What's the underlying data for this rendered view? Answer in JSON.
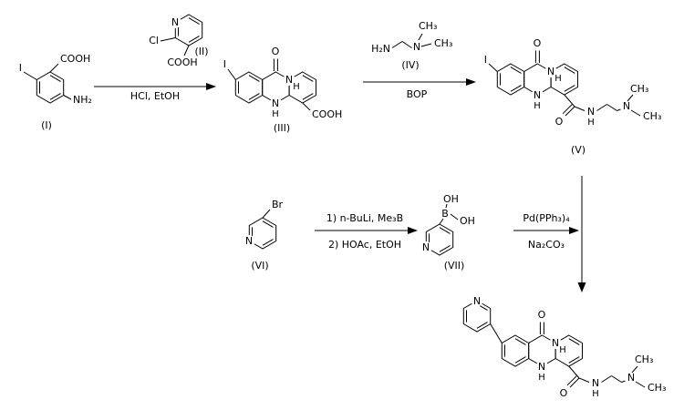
{
  "colors": {
    "background": "#ffffff",
    "line": "#000000"
  },
  "compounds": {
    "c1": {
      "label": "(I)",
      "atoms": {
        "i": "I",
        "cooh": "COOH",
        "nh2": "NH₂"
      }
    },
    "c2": {
      "label": "(II)",
      "atoms": {
        "n": "N",
        "cl": "Cl",
        "cooh": "COOH"
      }
    },
    "c3": {
      "label": "(III)",
      "atoms": {
        "i": "I",
        "o": "O",
        "n_top": "N",
        "h_top": "H",
        "n_bottom": "N",
        "h_bottom": "H",
        "cooh": "COOH"
      }
    },
    "c4": {
      "label": "(IV)",
      "atoms": {
        "h2n": "H₂N",
        "n": "N",
        "ch3_top": "CH₃",
        "ch3_right": "CH₃"
      }
    },
    "c5": {
      "label": "(V)",
      "atoms": {
        "i": "I",
        "o": "O",
        "n_top": "N",
        "h_top": "H",
        "n_bottom": "N",
        "h_bottom": "H",
        "o_amide": "O",
        "n_amide": "N",
        "h_amide": "H",
        "n_dimethyl": "N",
        "ch3_top": "CH₃",
        "ch3_right": "CH₃"
      }
    },
    "c6": {
      "label": "(VI)",
      "atoms": {
        "br": "Br",
        "n": "N"
      }
    },
    "c7": {
      "label": "(VII)",
      "atoms": {
        "oh_top": "OH",
        "b": "B",
        "oh_right": "OH",
        "n": "N"
      }
    },
    "c8": {
      "atoms": {
        "n_pyridyl": "N",
        "o": "O",
        "n_top": "N",
        "h_top": "H",
        "n_bottom": "N",
        "h_bottom": "H",
        "o_amide": "O",
        "n_amide": "N",
        "h_amide": "H",
        "n_dimethyl": "N",
        "ch3_top": "CH₃",
        "ch3_right": "CH₃"
      }
    }
  },
  "reactions": {
    "step1": {
      "reagent_below": "HCl, EtOH"
    },
    "step2": {
      "reagent_below": "BOP"
    },
    "step3": {
      "reagent_above": "1) n-BuLi, Me₃B",
      "reagent_below": "2) HOAc, EtOH"
    },
    "step4": {
      "reagent_above": "Pd(PPh₃)₄",
      "reagent_below": "Na₂CO₃"
    }
  }
}
